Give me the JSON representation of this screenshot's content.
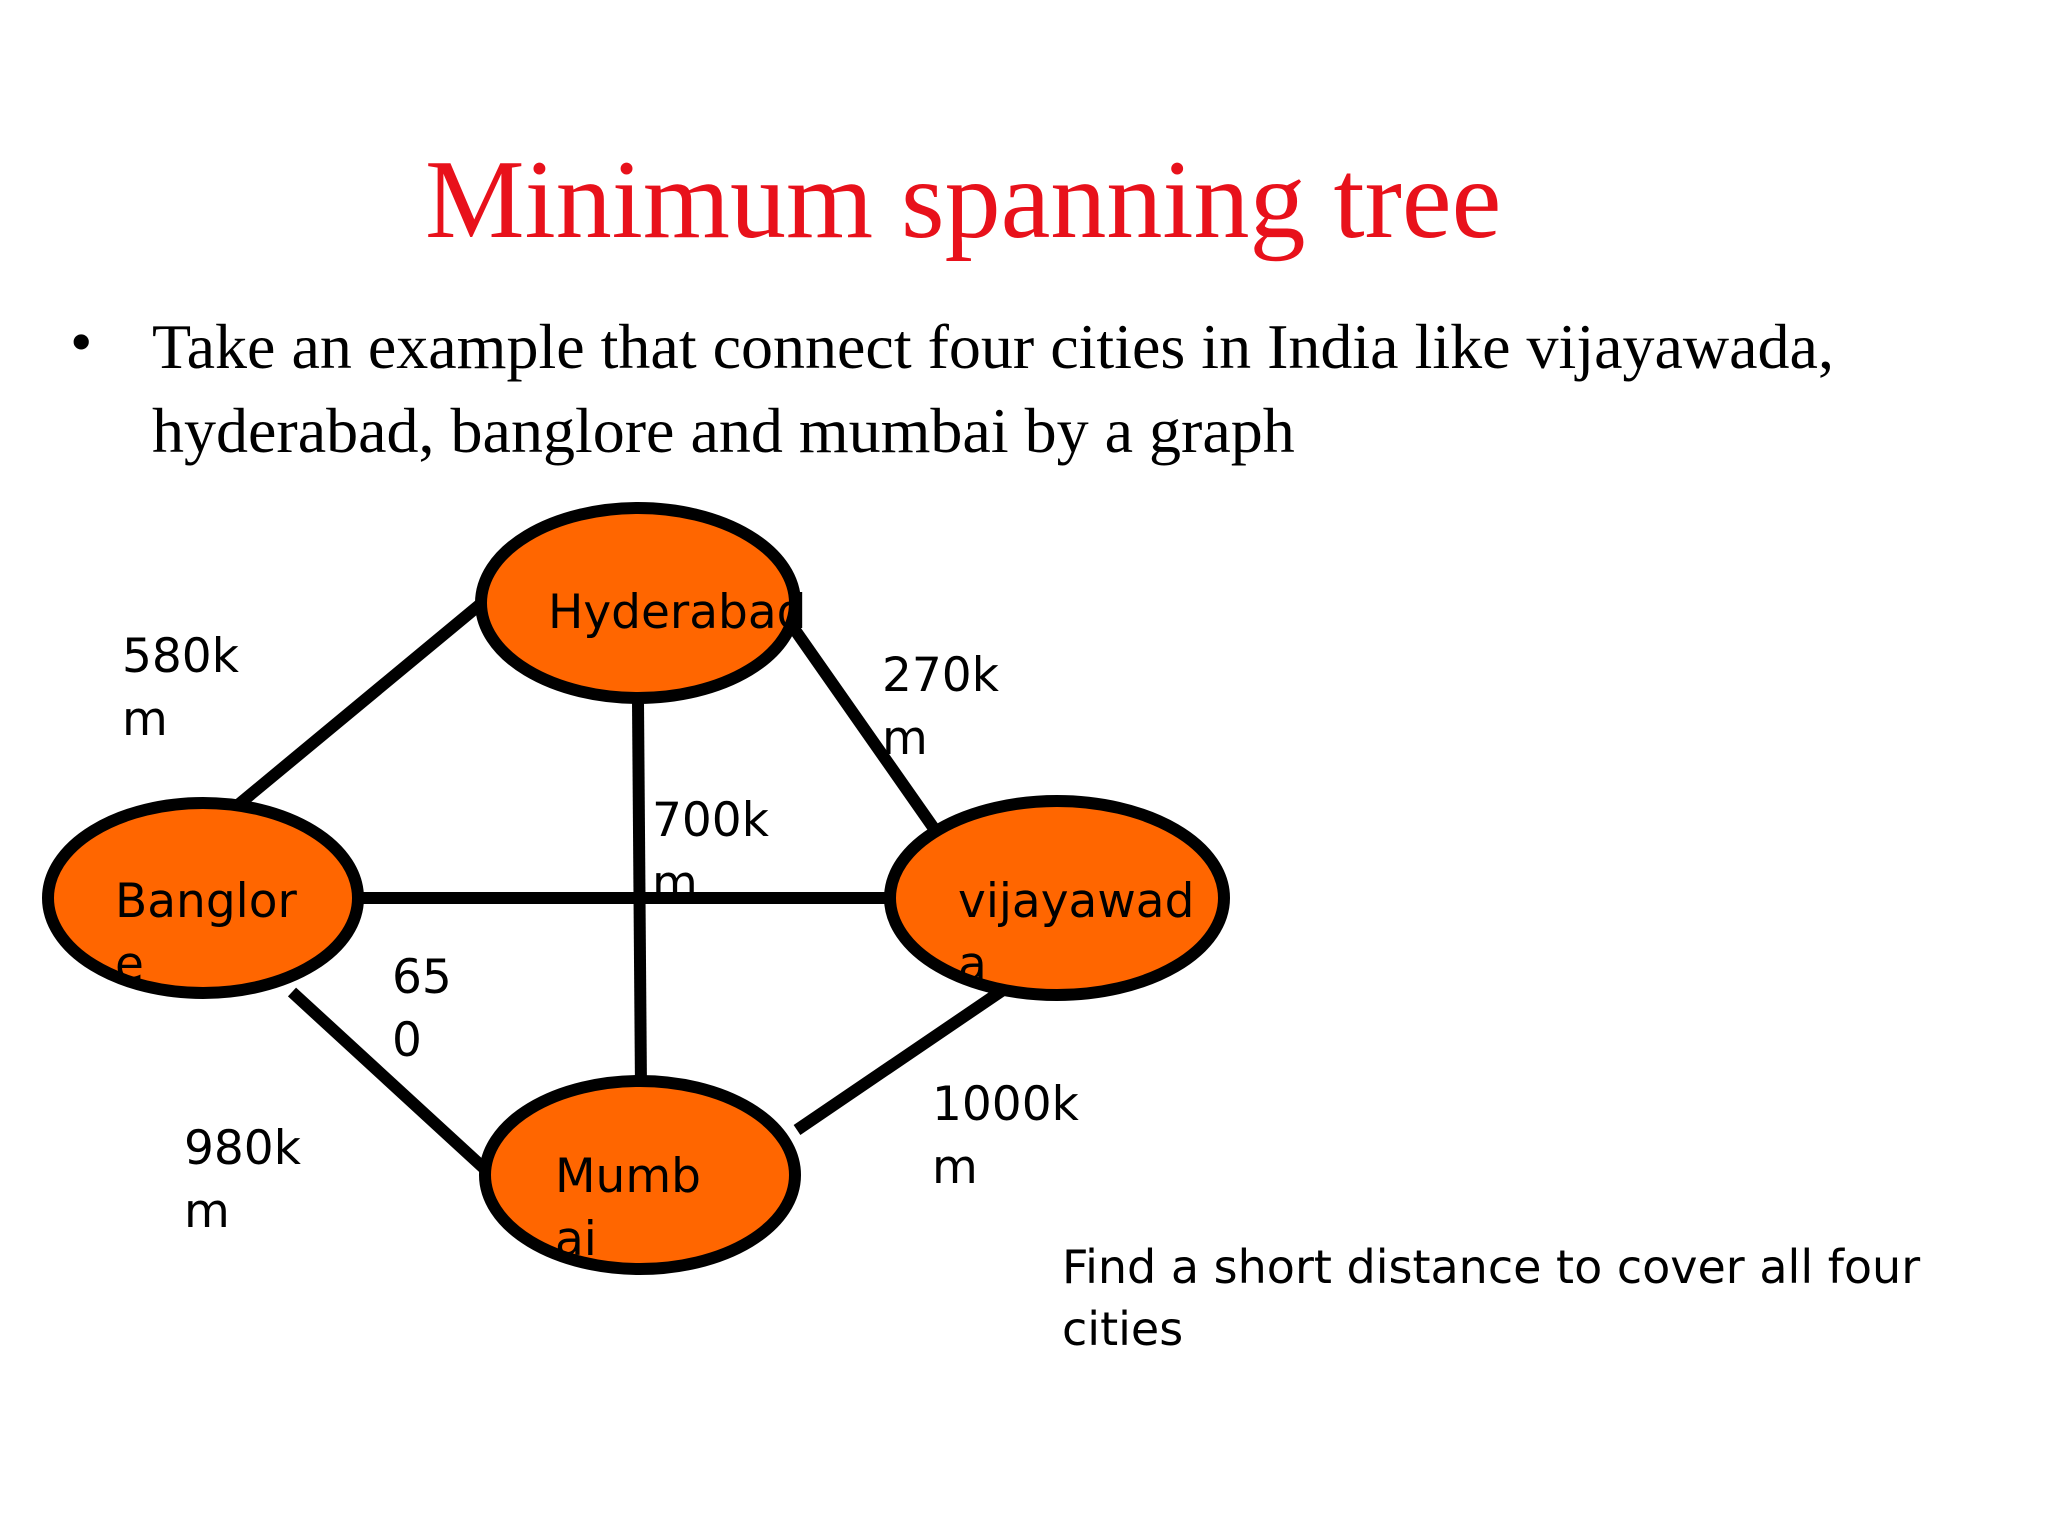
{
  "slide": {
    "title": "Minimum spanning tree",
    "bullet": "Take an example that connect four cities in India like vijayawada, hyderabad, banglore and mumbai by a graph",
    "note": "Find a short distance to cover all four cities"
  },
  "graph": {
    "colors": {
      "node_fill": "#ff6600",
      "stroke": "#000000",
      "title": "#e8111b"
    },
    "nodes": {
      "hyderabad": {
        "line1": "Hyderabad",
        "line2": ""
      },
      "banglore": {
        "line1": "Banglor",
        "line2": "e"
      },
      "vijayawada": {
        "line1": "vijayawad",
        "line2": "a"
      },
      "mumbai": {
        "line1": "Mumb",
        "line2": "ai"
      }
    },
    "edges": {
      "banglore_hyderabad": {
        "line1": "580k",
        "line2": "m"
      },
      "hyderabad_vijayawada": {
        "line1": "270k",
        "line2": "m"
      },
      "hyderabad_mumbai": {
        "line1": "700k",
        "line2": "m"
      },
      "banglore_vijayawada": {
        "line1": "65",
        "line2": "0"
      },
      "banglore_mumbai": {
        "line1": "980k",
        "line2": "m"
      },
      "vijayawada_mumbai": {
        "line1": "1000k",
        "line2": "m"
      }
    }
  }
}
